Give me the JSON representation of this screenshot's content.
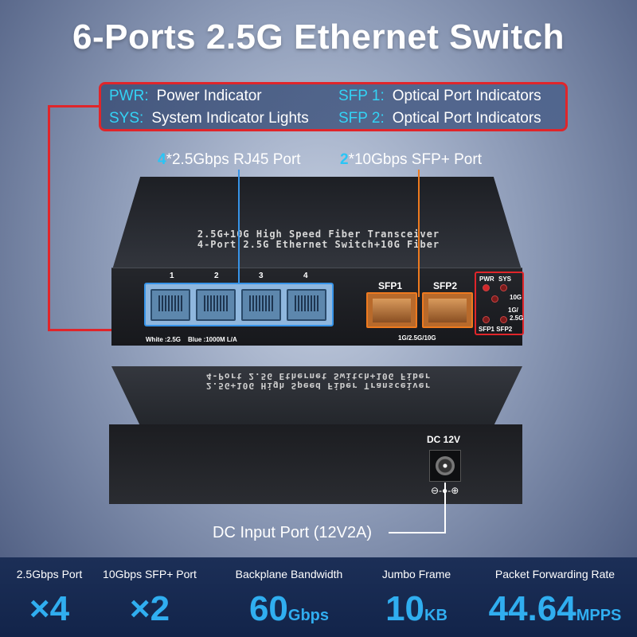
{
  "title": "6-Ports 2.5G Ethernet Switch",
  "legend": {
    "pwr_key": "PWR:",
    "pwr_text": "Power Indicator",
    "sys_key": "SYS:",
    "sys_text": "System Indicator Lights",
    "sfp1_key": "SFP 1:",
    "sfp1_text": "Optical Port Indicators",
    "sfp2_key": "SFP 2:",
    "sfp2_text": "Optical Port Indicators"
  },
  "port_labels": {
    "rj45_count": "4",
    "rj45_text": "*2.5Gbps RJ45 Port",
    "sfp_count": "2",
    "sfp_text": "*10Gbps SFP+ Port"
  },
  "device_front": {
    "line1": "2.5G+10G High Speed Fiber Transceiver",
    "line2": "4-Port 2.5G Ethernet Switch+10G Fiber",
    "port_numbers": [
      "1",
      "2",
      "3",
      "4"
    ],
    "sfp1": "SFP1",
    "sfp2": "SFP2",
    "speed_note": "1G/2.5G/10G",
    "led_pwr": "PWR",
    "led_sys": "SYS",
    "led_10g": "10G",
    "led_1g": "1G/",
    "led_25g": "2.5G",
    "led_sfp": "SFP1 SFP2",
    "legend_white": "White :2.5G",
    "legend_blue": "Blue :1000M  L/A"
  },
  "device_back": {
    "line1": "4-Port 2.5G Ethernet Switch+10G Fiber",
    "line2": "2.5G+10G High Speed Fiber Transceiver",
    "dc_label": "DC 12V",
    "polarity": "⊖-●-⊕",
    "dc_input": "DC Input Port (12V2A)"
  },
  "specs": [
    {
      "label": "2.5Gbps Port",
      "value": "×4",
      "unit": ""
    },
    {
      "label": "10Gbps SFP+ Port",
      "value": "×2",
      "unit": ""
    },
    {
      "label": "Backplane Bandwidth",
      "value": "60",
      "unit": "Gbps"
    },
    {
      "label": "Jumbo Frame",
      "value": "10",
      "unit": "KB"
    },
    {
      "label": "Packet Forwarding Rate",
      "value": "44.64",
      "unit": "MPPS"
    }
  ],
  "colors": {
    "accent_red": "#e0252a",
    "accent_cyan": "#33d3f5",
    "accent_blue": "#3794e8",
    "accent_orange": "#ee7a1f",
    "spec_value": "#30aef0"
  }
}
